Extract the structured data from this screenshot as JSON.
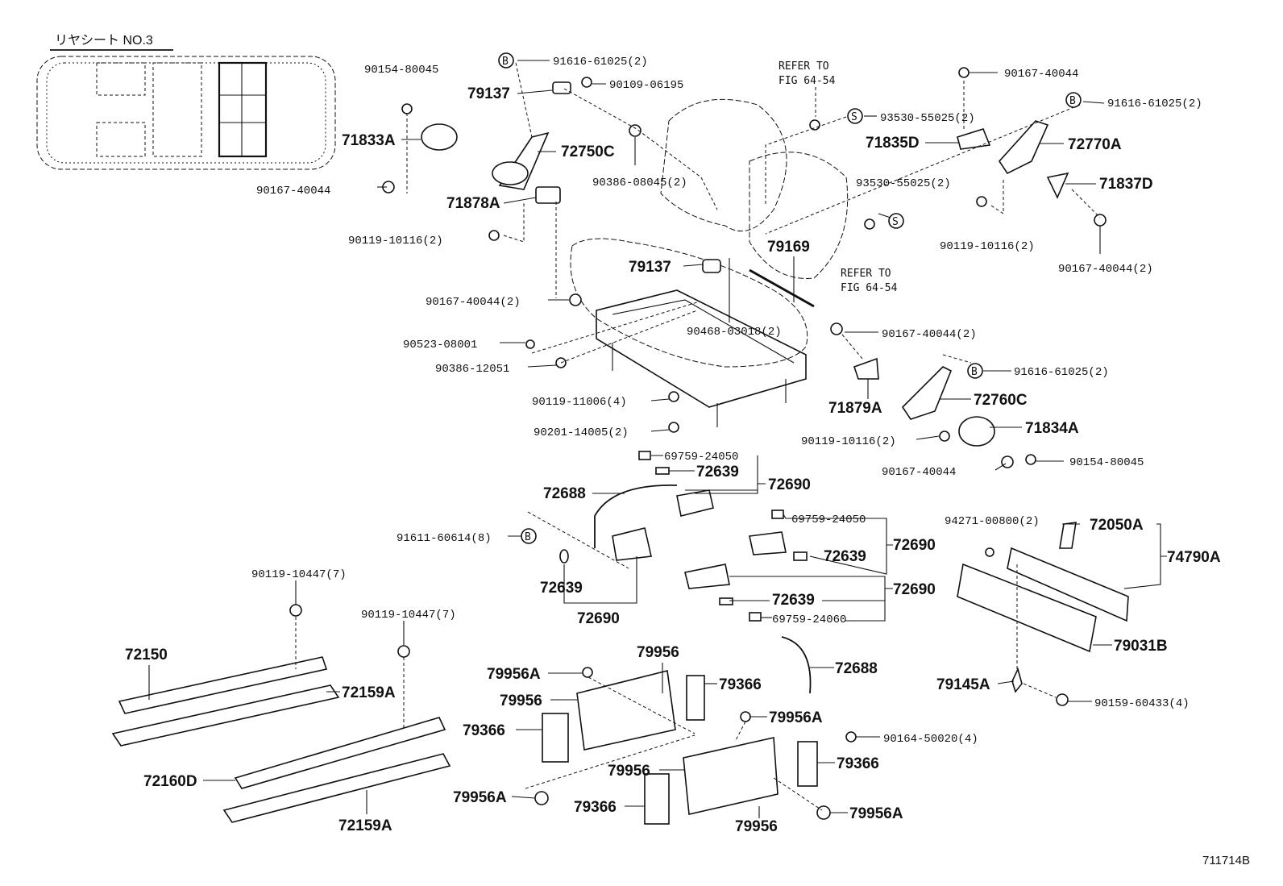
{
  "view_title": "リヤシート NO.3",
  "diagram_id": "711714B",
  "refer_texts": [
    "REFER TO",
    "FIG 64-54"
  ],
  "circle_letters": {
    "b": "B",
    "s": "S"
  },
  "labels": {
    "p90154_80045_a": "90154-80045",
    "p71833A": "71833A",
    "p90167_40044_a": "90167-40044",
    "p91616_61025_a": "91616-61025(2)",
    "p79137_a": "79137",
    "p90109_06195": "90109-06195",
    "p72750C": "72750C",
    "p71878A": "71878A",
    "p90386_08045": "90386-08045(2)",
    "p90119_10116_a": "90119-10116(2)",
    "p90167_40044_b": "90167-40044(2)",
    "p93530_55025_a": "93530-55025(2)",
    "p90167_40044_c": "90167-40044",
    "p91616_61025_b": "91616-61025(2)",
    "p71835D": "71835D",
    "p72770A": "72770A",
    "p93530_55025_b": "93530-55025(2)",
    "p71837D": "71837D",
    "p79169": "79169",
    "p90119_10116_b": "90119-10116(2)",
    "p90167_40044_d": "90167-40044(2)",
    "p79137_b": "79137",
    "p90468_03018": "90468-03018(2)",
    "p90523_08001": "90523-08001",
    "p90386_12051": "90386-12051",
    "p90167_40044_e": "90167-40044(2)",
    "p91616_61025_c": "91616-61025(2)",
    "p90119_11006": "90119-11006(4)",
    "p71879A": "71879A",
    "p72760C": "72760C",
    "p90201_14005": "90201-14005(2)",
    "p71834A": "71834A",
    "p90119_10116_c": "90119-10116(2)",
    "p90167_40044_f": "90167-40044",
    "p90154_80045_b": "90154-80045",
    "p69759_24050_a": "69759-24050",
    "p72639_a": "72639",
    "p72690_a": "72690",
    "p72688_a": "72688",
    "p91611_60614": "91611-60614(8)",
    "p69759_24050_b": "69759-24050",
    "p72639_b": "72639",
    "p72690_b": "72690",
    "p94271_00800": "94271-00800(2)",
    "p72050A": "72050A",
    "p74790A": "74790A",
    "p72639_c": "72639",
    "p72690_c": "72690",
    "p72639_d": "72639",
    "p72690_d": "72690",
    "p69759_24060": "69759-24060",
    "p90119_10447_a": "90119-10447(7)",
    "p90119_10447_b": "90119-10447(7)",
    "p72150": "72150",
    "p72159A_a": "72159A",
    "p72160D": "72160D",
    "p72159A_b": "72159A",
    "p79956_a": "79956",
    "p79956A_a": "79956A",
    "p79956_b": "79956",
    "p79366_a": "79366",
    "p79366_b": "79366",
    "p79956A_b": "79956A",
    "p90164_50020": "90164-50020(4)",
    "p79366_c": "79366",
    "p79956_c": "79956",
    "p79956A_c": "79956A",
    "p79366_d": "79366",
    "p79956_d": "79956",
    "p79956A_d": "79956A",
    "p72688_b": "72688",
    "p79031B": "79031B",
    "p79145A": "79145A",
    "p90159_60433": "90159-60433(4)"
  }
}
